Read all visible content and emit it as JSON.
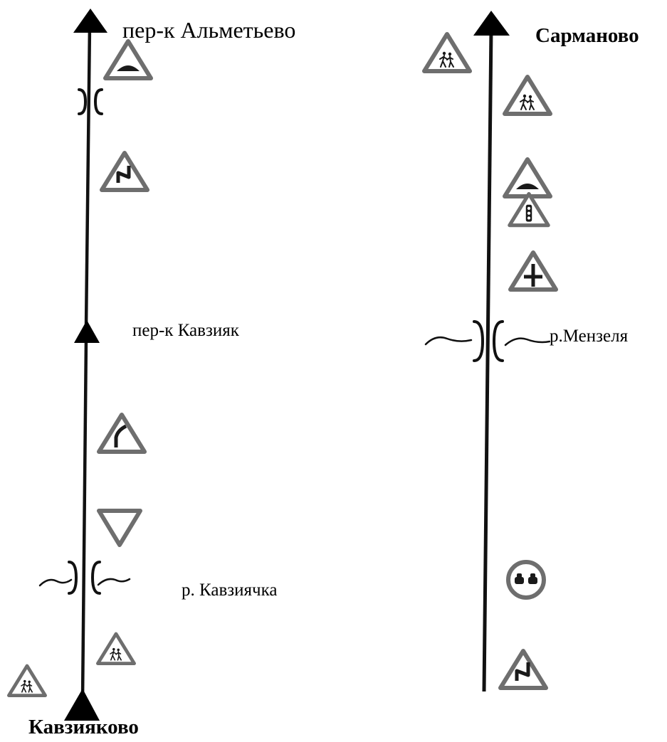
{
  "left_route": {
    "end_label": "пер-к Альметьево",
    "mid_label": "пер-к Кавзияк",
    "river_label": "р. Кавзиячка",
    "start_label": "Кавзияково",
    "signs": [
      {
        "type": "speed-bump-warning"
      },
      {
        "type": "bridge"
      },
      {
        "type": "winding-road-warning"
      },
      {
        "type": "curve-left-warning"
      },
      {
        "type": "yield"
      },
      {
        "type": "bridge-over-river"
      },
      {
        "type": "children-warning"
      },
      {
        "type": "children-warning"
      }
    ]
  },
  "right_route": {
    "end_label": "Сарманово",
    "river_label": "р.Мензеля",
    "signs": [
      {
        "type": "children-warning"
      },
      {
        "type": "children-warning"
      },
      {
        "type": "speed-bump-warning"
      },
      {
        "type": "traffic-light-warning"
      },
      {
        "type": "crossroads-warning"
      },
      {
        "type": "bridge-over-river"
      },
      {
        "type": "no-overtaking"
      },
      {
        "type": "double-curve-warning"
      }
    ]
  },
  "colors": {
    "line": "#111111",
    "sign_border": "#6e6e6e",
    "sign_symbol": "#1a1a1a",
    "background": "#ffffff"
  }
}
